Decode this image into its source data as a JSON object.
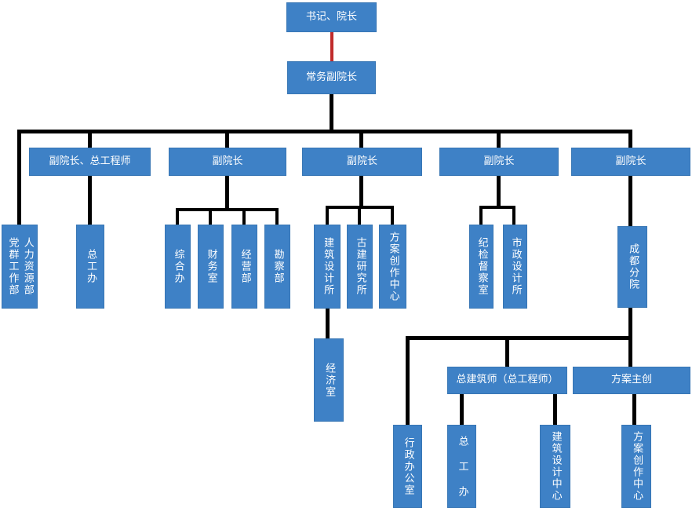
{
  "diagram": {
    "type": "org-chart",
    "background": "#FFFFFF",
    "colors": {
      "node_fill": "#3E81C6",
      "node_text": "#FFFFFF",
      "connector": "#000000",
      "top_connector_red": "#C02B2B"
    },
    "nodes": {
      "top": {
        "label": "书记、院长"
      },
      "deputy": {
        "label": "常务副院长"
      },
      "row2": [
        {
          "label": "副院长、总工程师"
        },
        {
          "label": "副院长"
        },
        {
          "label": "副院长"
        },
        {
          "label": "副院长"
        },
        {
          "label": "副院长"
        }
      ],
      "party_hr": {
        "left": "党群工作部",
        "right": "人力资源部"
      },
      "chief_engineer_office": {
        "label": "总工办"
      },
      "depts": [
        "综合办",
        "财务室",
        "经营部",
        "勘察部"
      ],
      "institutes": [
        "建筑设计所",
        "古建研究所",
        "方案创作中心"
      ],
      "economics_office": {
        "label": "经济室"
      },
      "supervision": [
        "纪检督察室",
        "市政设计所"
      ],
      "chengdu_branch": {
        "label": "成都分院"
      },
      "chief_architect": {
        "label": "总建筑师（总工程师）"
      },
      "chief_scheme_creator": {
        "label": "方案主创"
      },
      "chengdu_depts": [
        "行政办公室",
        "总 工 办",
        "建筑设计中心",
        "方案创作中心"
      ]
    }
  }
}
